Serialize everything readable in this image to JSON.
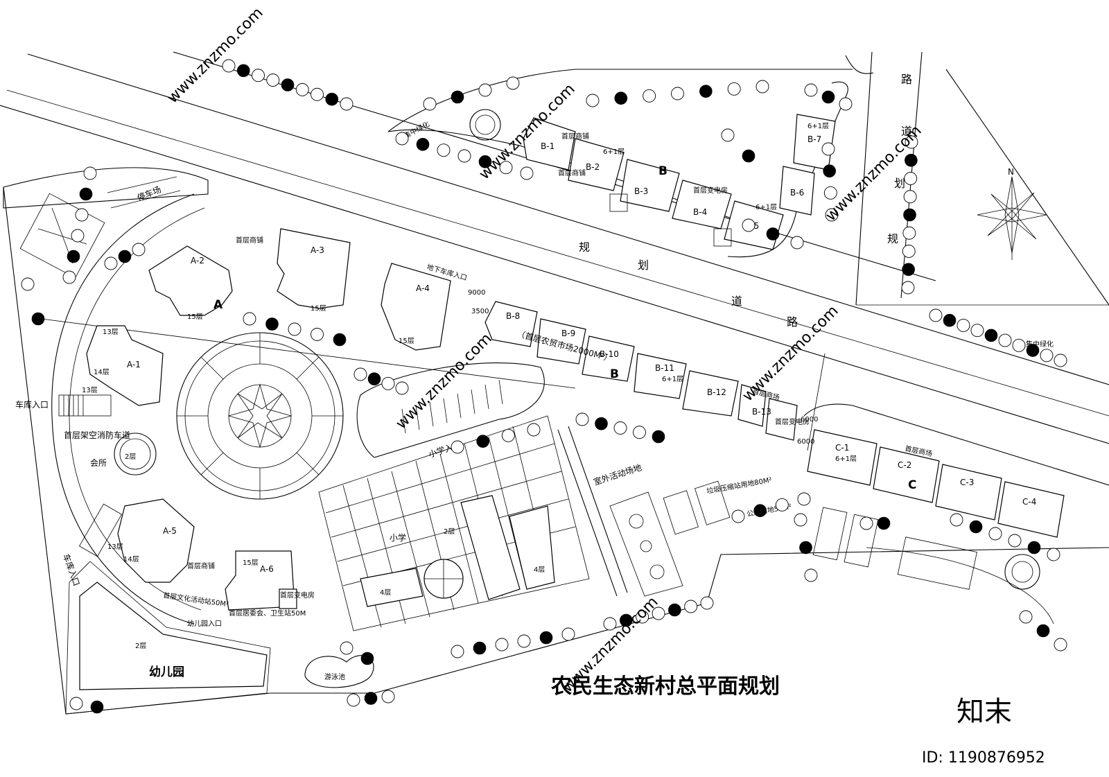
{
  "title": "农民生态新村总平面规划",
  "watermark": {
    "logo": "知末",
    "id": "ID: 1190876952",
    "site": "www.znzmo.com"
  },
  "roads": {
    "main": [
      "规",
      "划",
      "道",
      "路"
    ],
    "side": [
      "路",
      "道",
      "划",
      "规"
    ]
  },
  "zones": {
    "A": "A",
    "B": "B",
    "C": "C"
  },
  "buildings": {
    "A1": "A-1",
    "A2": "A-2",
    "A3": "A-3",
    "A4": "A-4",
    "A5": "A-5",
    "A6": "A-6",
    "B1": "B-1",
    "B2": "B-2",
    "B3": "B-3",
    "B4": "B-4",
    "B5": "B-5",
    "B6": "B-6",
    "B7": "B-7",
    "B8": "B-8",
    "B9": "B-9",
    "B10": "B-10",
    "B11": "B-11",
    "B12": "B-12",
    "B13": "B-13",
    "C1": "C-1",
    "C2": "C-2",
    "C3": "C-3",
    "C4": "C-4"
  },
  "floors": {
    "f15": "15层",
    "f14": "14层",
    "f13": "13层",
    "f6p1": "6+1层",
    "f4": "4层",
    "f2": "2层"
  },
  "labels": {
    "parking": "停车场",
    "garage_entry": "车库入口",
    "fire_lane": "首层架空消防车道",
    "clubhouse": "会所",
    "kindergarten": "幼儿园",
    "kinder_entry": "幼儿园入口",
    "pool": "游泳池",
    "school": "小学",
    "school_entry": "小学入口",
    "outdoor": "室外活动场地",
    "underground_entry": "地下车库入口",
    "ground_shops": "首层商场",
    "ground_shops2": "首层商铺",
    "market": "（首层农贸市场2000M²）",
    "substation": "首层变电房",
    "green": "集中绿化",
    "trash": "垃圾压缩站用地80M²",
    "toilet": "公厕用地50M²",
    "culture": "首层文化活动站50M²",
    "clinic": "首层居委会、卫生站50M",
    "north": "N",
    "dim1": "9000",
    "dim2": "3500",
    "dim3": "6000",
    "dim4": "6000"
  }
}
